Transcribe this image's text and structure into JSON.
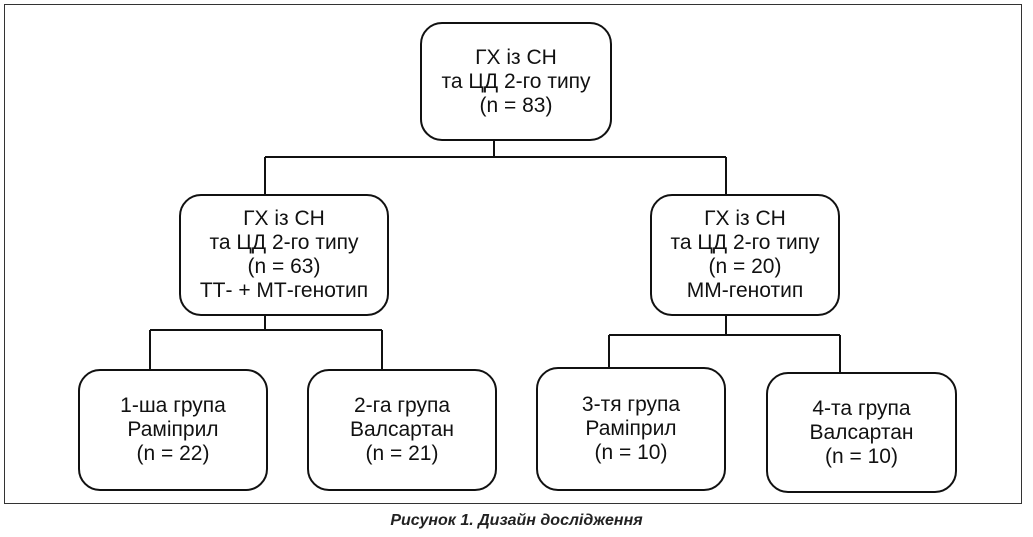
{
  "nodes": {
    "root": {
      "lines": [
        "ГХ із СН",
        "та ЦД 2-го типу",
        "(n = 83)"
      ]
    },
    "left": {
      "lines": [
        "ГХ із СН",
        "та ЦД 2-го типу",
        "(n = 63)",
        "ТТ- + МТ-генотип"
      ]
    },
    "right": {
      "lines": [
        "ГХ із СН",
        "та ЦД 2-го типу",
        "(n = 20)",
        "ММ-генотип"
      ]
    },
    "g1": {
      "lines": [
        "1-ша група",
        "Раміприл",
        "(n = 22)"
      ]
    },
    "g2": {
      "lines": [
        "2-га група",
        "Валсартан",
        "(n = 21)"
      ]
    },
    "g3": {
      "lines": [
        "3-тя група",
        "Раміприл",
        "(n = 10)"
      ]
    },
    "g4": {
      "lines": [
        "4-та група",
        "Валсартан",
        "(n = 10)"
      ]
    }
  },
  "caption": "Рисунок 1. Дизайн дослідження"
}
